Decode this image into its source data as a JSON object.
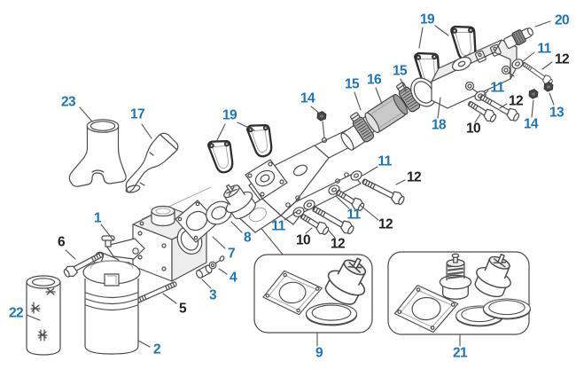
{
  "figure": {
    "type": "exploded-parts-diagram"
  },
  "palette": {
    "link_blue": "#1b74bb",
    "label_black": "#1f1f1f",
    "line_gray": "#4a4a4a",
    "background": "#ffffff"
  },
  "callouts": [
    {
      "label": "23",
      "link": true
    },
    {
      "label": "17",
      "link": true
    },
    {
      "label": "19",
      "link": true
    },
    {
      "label": "14",
      "link": true
    },
    {
      "label": "15",
      "link": true
    },
    {
      "label": "16",
      "link": true
    },
    {
      "label": "15",
      "link": true
    },
    {
      "label": "19",
      "link": true
    },
    {
      "label": "20",
      "link": true
    },
    {
      "label": "11",
      "link": true
    },
    {
      "label": "12",
      "link": false
    },
    {
      "label": "11",
      "link": true
    },
    {
      "label": "12",
      "link": false
    },
    {
      "label": "13",
      "link": true
    },
    {
      "label": "14",
      "link": true
    },
    {
      "label": "10",
      "link": false
    },
    {
      "label": "18",
      "link": true
    },
    {
      "label": "11",
      "link": true
    },
    {
      "label": "12",
      "link": false
    },
    {
      "label": "11",
      "link": true
    },
    {
      "label": "12",
      "link": false
    },
    {
      "label": "11",
      "link": true
    },
    {
      "label": "10",
      "link": false
    },
    {
      "label": "12",
      "link": false
    },
    {
      "label": "8",
      "link": true
    },
    {
      "label": "7",
      "link": true
    },
    {
      "label": "4",
      "link": true
    },
    {
      "label": "3",
      "link": true
    },
    {
      "label": "1",
      "link": true
    },
    {
      "label": "6",
      "link": false
    },
    {
      "label": "5",
      "link": false
    },
    {
      "label": "22",
      "link": true
    },
    {
      "label": "2",
      "link": true
    },
    {
      "label": "9",
      "link": true
    },
    {
      "label": "21",
      "link": true
    }
  ]
}
